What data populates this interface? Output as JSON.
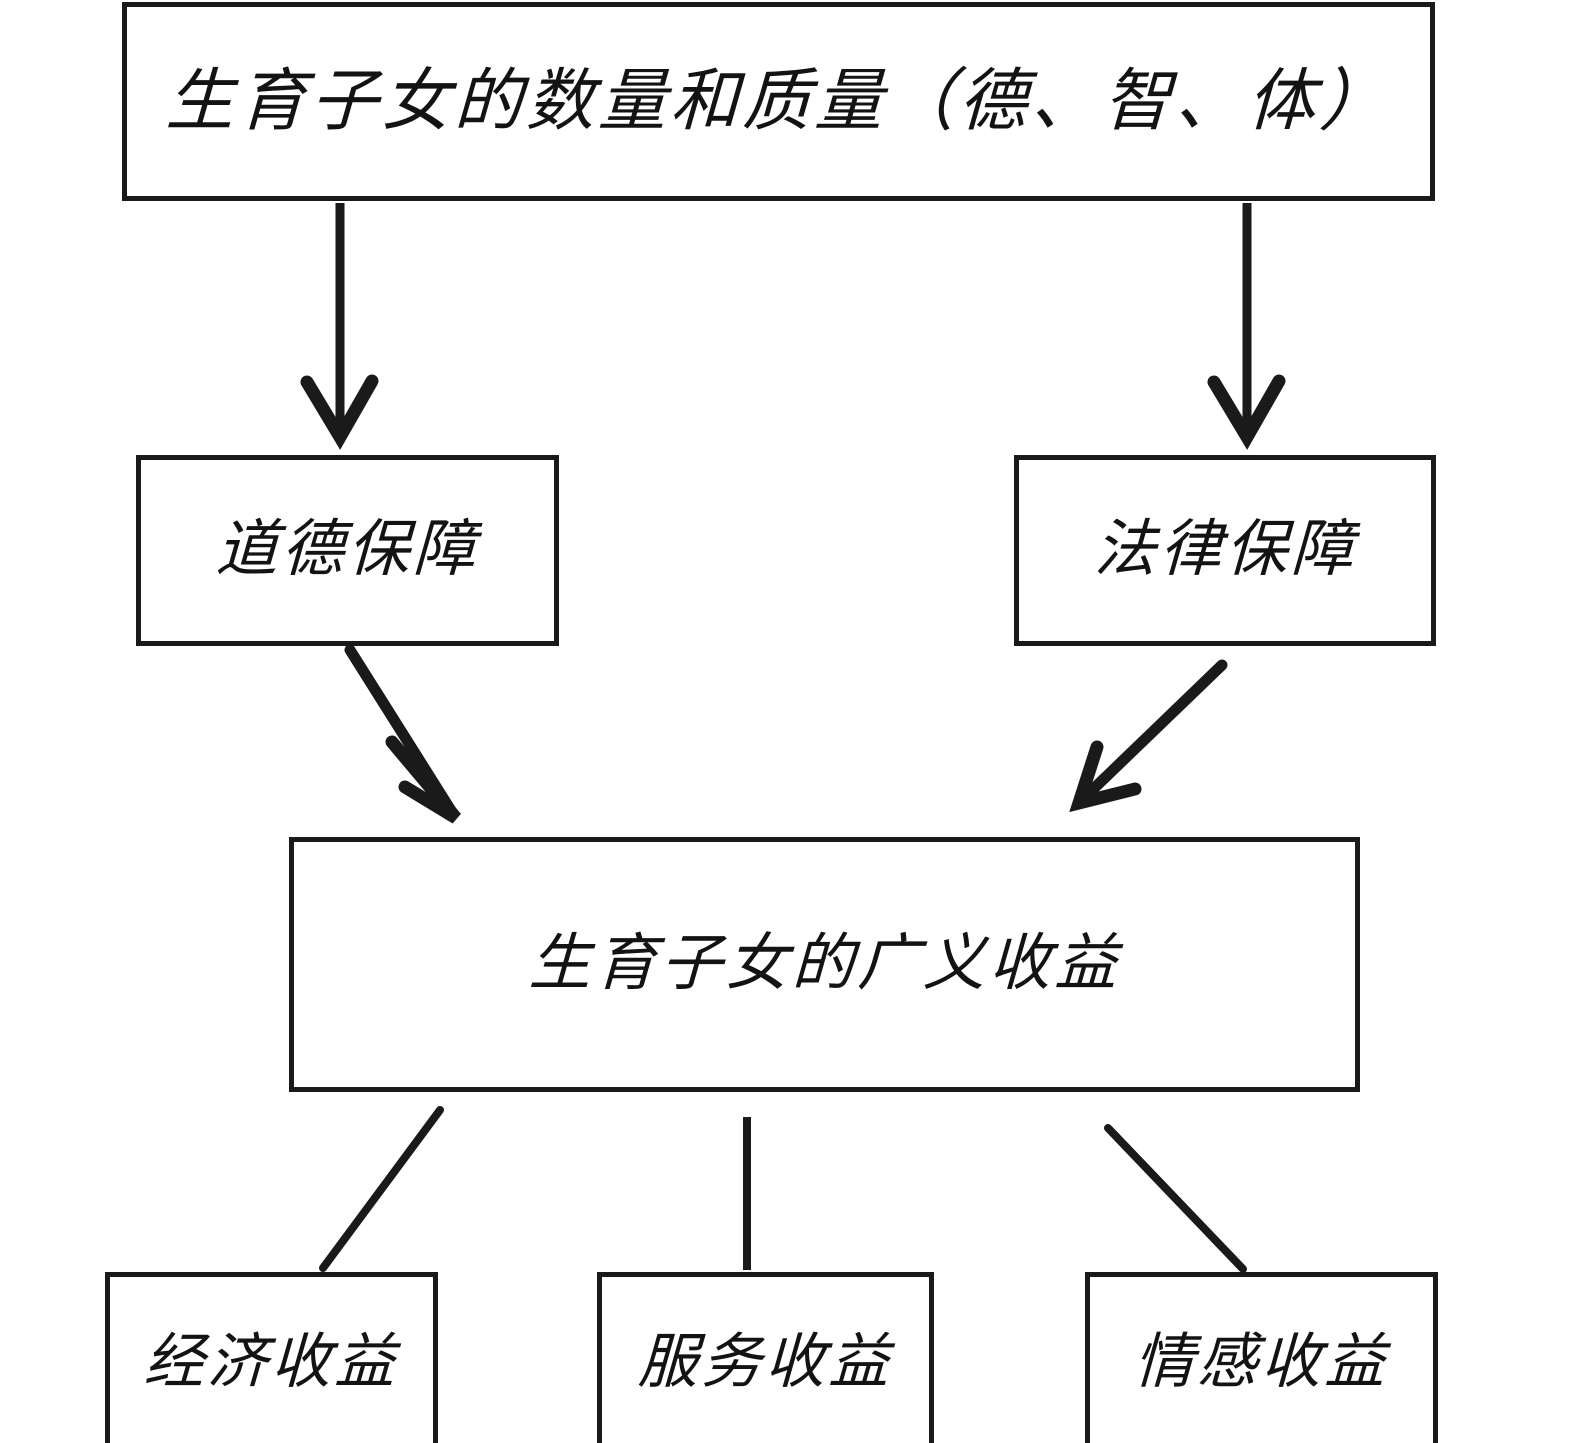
{
  "diagram": {
    "type": "flowchart",
    "orientation": "top-down",
    "background_color": "#ffffff",
    "line_color": "#1a1a1a",
    "text_color": "#131313",
    "nodes": [
      {
        "id": "root",
        "label": "生育子女的数量和质量（德、智、体）",
        "level": 0
      },
      {
        "id": "moral",
        "label": "道德保障",
        "level": 1
      },
      {
        "id": "legal",
        "label": "法律保障",
        "level": 1
      },
      {
        "id": "benefit",
        "label": "生育子女的广义收益",
        "level": 2
      },
      {
        "id": "economic",
        "label": "经济收益",
        "level": 3
      },
      {
        "id": "service",
        "label": "服务收益",
        "level": 3
      },
      {
        "id": "emotional",
        "label": "情感收益",
        "level": 3
      }
    ],
    "edges": [
      {
        "from": "root",
        "to": "moral",
        "style": "arrow",
        "direction": "down"
      },
      {
        "from": "root",
        "to": "legal",
        "style": "arrow",
        "direction": "down"
      },
      {
        "from": "moral",
        "to": "benefit",
        "style": "arrow",
        "direction": "down-right"
      },
      {
        "from": "legal",
        "to": "benefit",
        "style": "arrow",
        "direction": "down-left"
      },
      {
        "from": "benefit",
        "to": "economic",
        "style": "line",
        "direction": "down-left"
      },
      {
        "from": "benefit",
        "to": "service",
        "style": "line",
        "direction": "down"
      },
      {
        "from": "benefit",
        "to": "emotional",
        "style": "line",
        "direction": "down-right"
      }
    ]
  }
}
